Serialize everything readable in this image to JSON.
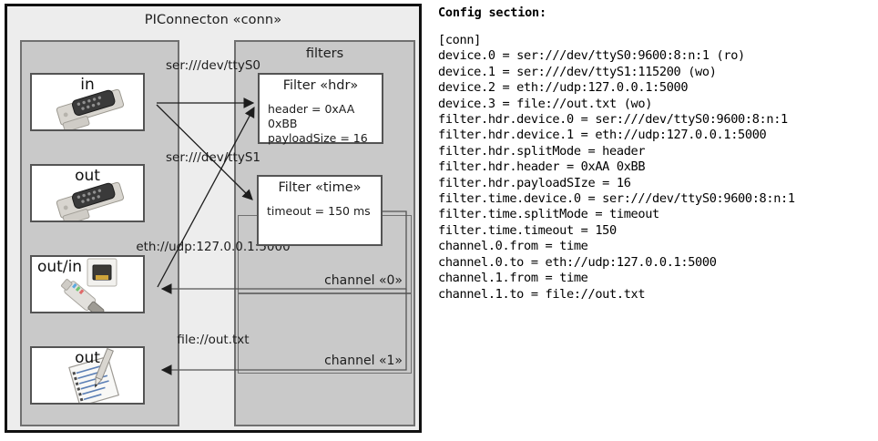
{
  "diagram": {
    "title": "PIConnecton «conn»",
    "devices_group": {
      "title": ""
    },
    "filters_group": {
      "title": "filters"
    },
    "devices": [
      {
        "label": "ser:///dev/ttyS0",
        "caption": "in",
        "icon": "serial-port-icon",
        "caption_align": "center"
      },
      {
        "label": "ser:///dev/ttyS1",
        "caption": "out",
        "icon": "serial-port-icon",
        "caption_align": "center"
      },
      {
        "label": "eth://udp:127.0.0.1:5000",
        "caption": "out/in",
        "icon": "ethernet-plug-icon",
        "caption_align": "left"
      },
      {
        "label": "file://out.txt",
        "caption": "out",
        "icon": "text-file-icon",
        "caption_align": "center"
      }
    ],
    "filters": [
      {
        "title": "Filter «hdr»",
        "props": [
          "header = 0xAA 0xBB",
          "payloadSize = 16"
        ]
      },
      {
        "title": "Filter «time»",
        "props": [
          "timeout = 150 ms"
        ]
      }
    ],
    "channels": [
      {
        "label": "channel «0»"
      },
      {
        "label": "channel «1»"
      }
    ]
  },
  "config": {
    "heading": "Config section:",
    "lines": [
      "[conn]",
      "device.0 = ser:///dev/ttyS0:9600:8:n:1 (ro)",
      "device.1 = ser:///dev/ttyS1:115200 (wo)",
      "device.2 = eth://udp:127.0.0.1:5000",
      "device.3 = file://out.txt (wo)",
      "filter.hdr.device.0 = ser:///dev/ttyS0:9600:8:n:1",
      "filter.hdr.device.1 = eth://udp:127.0.0.1:5000",
      "filter.hdr.splitMode = header",
      "filter.hdr.header = 0xAA 0xBB",
      "filter.hdr.payloadSIze = 16",
      "filter.time.device.0 = ser:///dev/ttyS0:9600:8:n:1",
      "filter.time.splitMode = timeout",
      "filter.time.timeout = 150",
      "channel.0.from = time",
      "channel.0.to = eth://udp:127.0.0.1:5000",
      "channel.1.from = time",
      "channel.1.to = file://out.txt"
    ]
  },
  "colors": {
    "outer_border": "#111111",
    "canvas": "#ededed",
    "group_fill": "#c9c9c9",
    "group_border": "#707070",
    "node_fill": "#ffffff",
    "node_border": "#545454",
    "wire": "#1d1d1d"
  }
}
